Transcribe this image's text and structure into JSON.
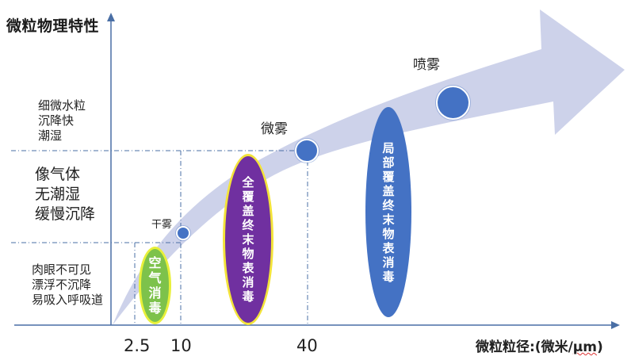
{
  "diagram": {
    "y_axis_title": "微粒物理特性",
    "x_axis_title_prefix": "微粒粒径:(微米/",
    "x_axis_title_unit": "μm",
    "x_axis_title_suffix": ")",
    "x_ticks": [
      "2.5",
      "10",
      "40"
    ],
    "y_bands": [
      {
        "lines": [
          "细微水粒",
          "沉降快",
          "潮湿"
        ]
      },
      {
        "lines": [
          "像气体",
          "无潮湿",
          "缓慢沉降"
        ]
      },
      {
        "lines": [
          "肉眼不可见",
          "漂浮不沉降",
          "易吸入呼吸道"
        ]
      }
    ],
    "points": [
      {
        "label": "干雾"
      },
      {
        "label": "微雾"
      },
      {
        "label": "喷雾"
      }
    ],
    "ellipses": [
      {
        "name": "air-disinfection",
        "chars": [
          "空",
          "气",
          "消",
          "毒"
        ],
        "color": "#7dc24b",
        "border": "#e8f03a"
      },
      {
        "name": "full-coverage-surface-disinfection",
        "chars": [
          "全",
          "覆",
          "盖",
          "终",
          "末",
          "物",
          "表",
          "消",
          "毒"
        ],
        "color": "#7030a0",
        "border": "#f3e33a"
      },
      {
        "name": "partial-coverage-surface-disinfection",
        "chars": [
          "局",
          "部",
          "覆",
          "盖",
          "终",
          "末",
          "物",
          "表",
          "消",
          "毒"
        ],
        "color": "#4472c4",
        "border": "#4472c4"
      }
    ],
    "colors": {
      "axis": "#4a6fa5",
      "arrow": "#cdd2ea",
      "point": "#4472c4",
      "gridline": "#4a6fa5"
    }
  }
}
